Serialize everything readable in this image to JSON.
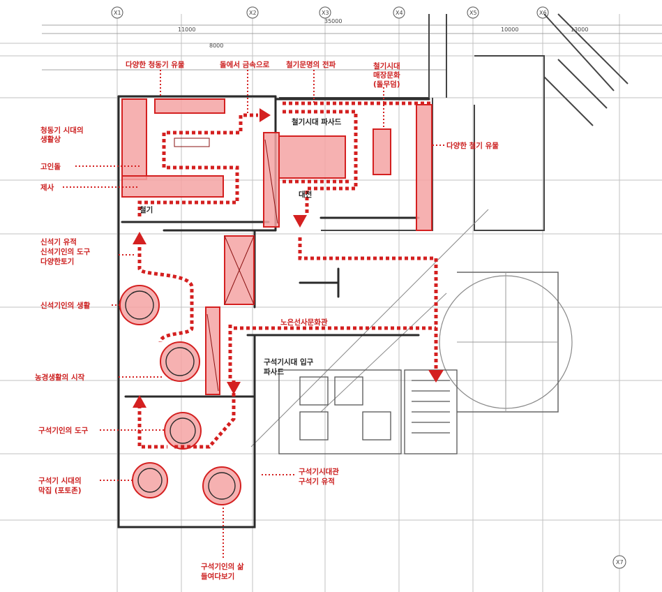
{
  "colors": {
    "accent": "#d42020",
    "zone_fill": "#f4a3a3",
    "ink": "#2a2a2a",
    "grid": "#b5b5b5"
  },
  "grid_labels": [
    "X1",
    "X2",
    "X3",
    "X4",
    "X5",
    "X6",
    "X7"
  ],
  "dimensions": [
    "11000",
    "35000",
    "8000",
    "13000",
    "10000"
  ],
  "labels": {
    "bronze_artifacts": "다양한 청동기 유물",
    "stone_to_metal": "돌에서 금속으로",
    "iron_spread": "철기문명의 전파",
    "iron_burial_1": "철기시대",
    "iron_burial_2": "매장문화",
    "iron_burial_3": "(돌무덤)",
    "bronze_life_1": "청동기 시대의",
    "bronze_life_2": "생활상",
    "dolmen": "고인돌",
    "rites": "제사",
    "iron_facade": "철기시대 파사드",
    "iron_artifacts": "다양한 철기 유물",
    "iron_partial": "철기",
    "hall_partial": "대전",
    "neolithic_1": "신석기 유적",
    "neolithic_2": "신석기인의 도구",
    "neolithic_3": "다양한토기",
    "neolithic_life": "신석기인의 생활",
    "hall_name": "노은선사문화관",
    "farming_start": "농경생활의 시작",
    "paleo_entrance_1": "구석기시대 입구",
    "paleo_entrance_2": "파사드",
    "paleo_tools": "구석기인의 도구",
    "paleo_hut_1": "구석기 시대의",
    "paleo_hut_2": "막집 (포토존)",
    "paleo_hall_1": "구석기시대관",
    "paleo_hall_2": "구석기 유적",
    "paleo_life_1": "구석기인의 삶",
    "paleo_life_2": "들여다보기"
  }
}
